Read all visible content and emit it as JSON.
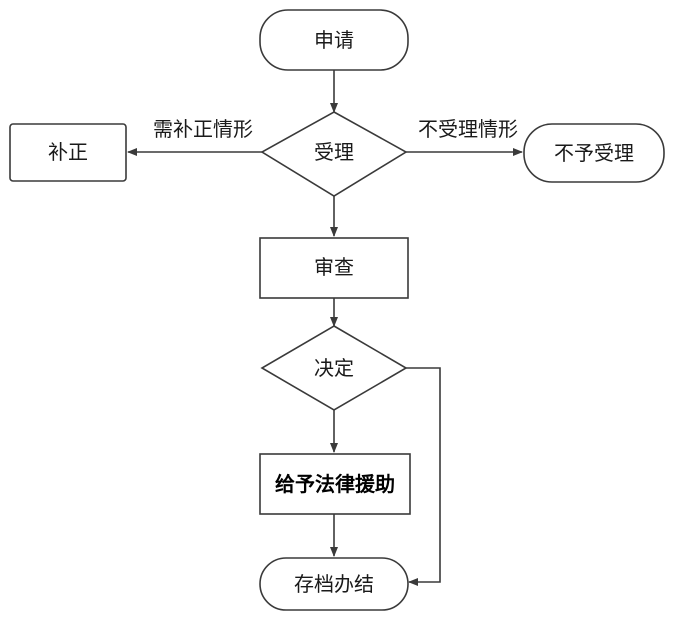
{
  "nodes": {
    "apply": "申请",
    "accept": "受理",
    "correct": "补正",
    "reject": "不予受理",
    "review": "审查",
    "decide": "决定",
    "grant": "给予法律援助",
    "archive": "存档办结"
  },
  "edges": {
    "need_correction": "需补正情形",
    "not_accepted": "不受理情形"
  },
  "colors": {
    "stroke": "#3a3a3a",
    "fill": "#ffffff",
    "text": "#1a1a1a"
  }
}
